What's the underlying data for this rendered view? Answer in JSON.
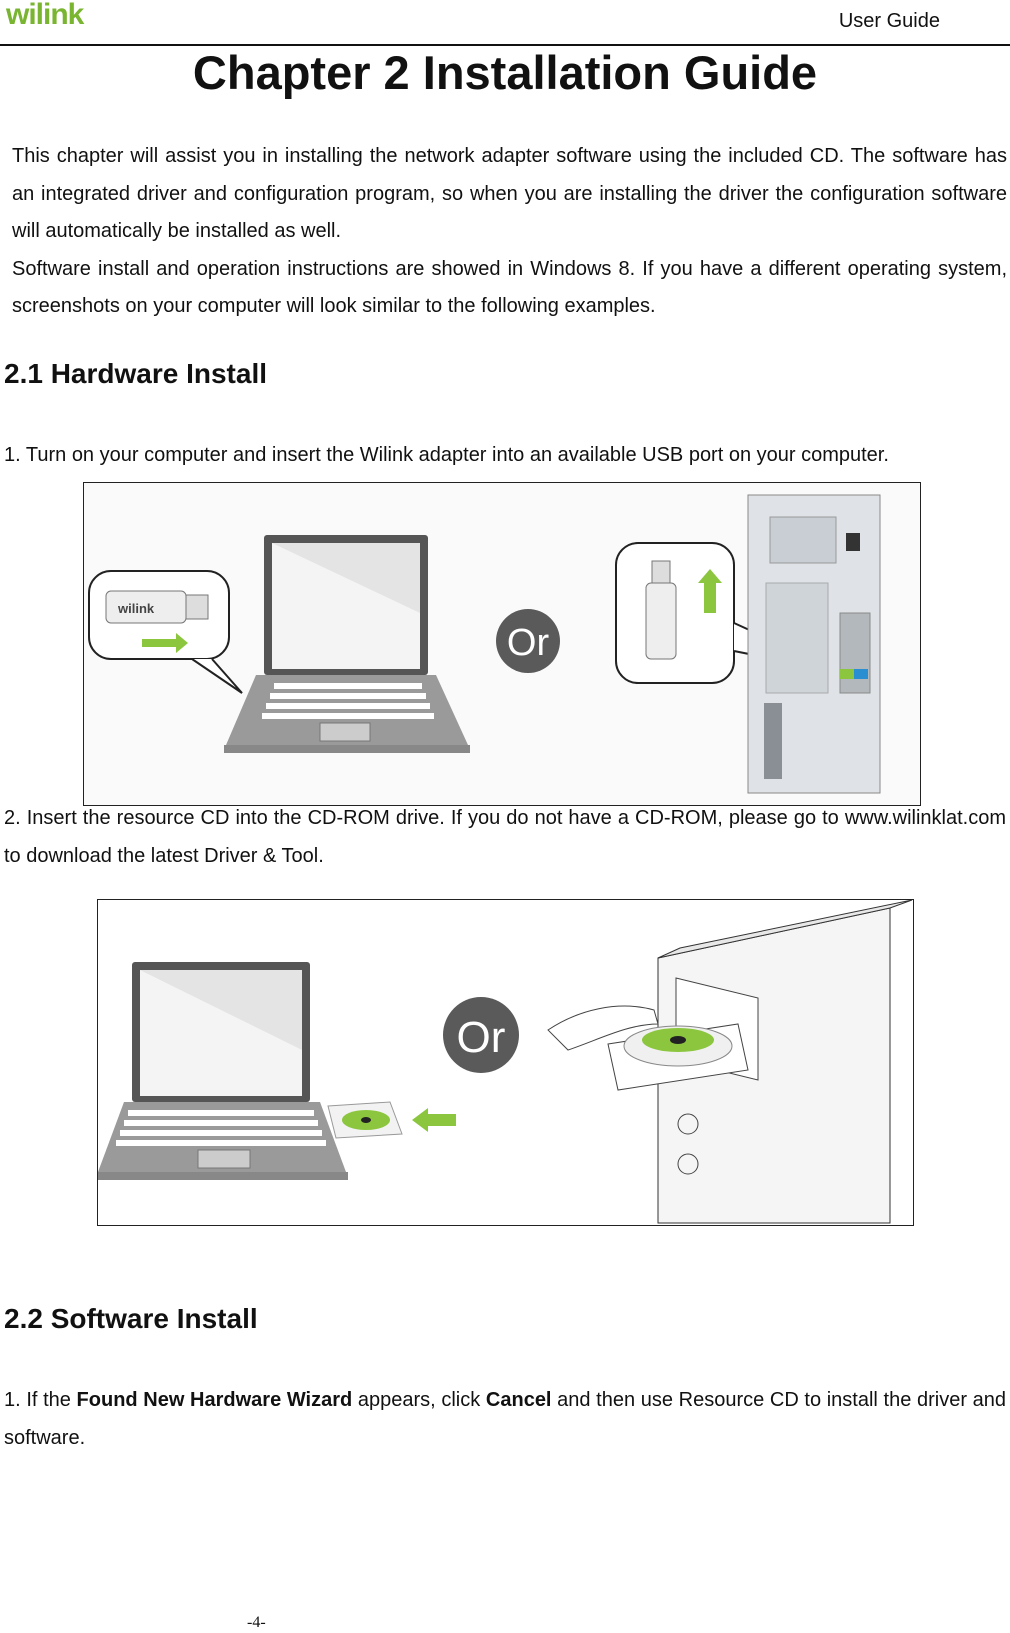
{
  "header": {
    "logo_text": "wilink",
    "guide_label": "User Guide"
  },
  "chapter_title": "Chapter 2 Installation Guide",
  "intro": {
    "p1": "This chapter will assist you in installing the network adapter software using the included CD. The software has an integrated driver and configuration program, so when you are installing the driver the configuration software will automatically be installed as well.",
    "p2": "Software install and operation instructions are showed in Windows 8. If you have a different operating system, screenshots on your computer will look similar to the following examples."
  },
  "section_21": {
    "heading": "2.1 Hardware Install",
    "step1": "1. Turn on your computer and insert the Wilink adapter into an available USB port on your computer.",
    "figure_or": "Or",
    "usb_brand": "wilink",
    "step2": "2. Insert the resource CD into the CD-ROM drive. If you do not have a CD-ROM, please go to www.wilinklat.com to download the latest Driver & Tool.",
    "figure2_or": "Or"
  },
  "section_22": {
    "heading": "2.2 Software Install",
    "step1_prefix": "1. If the ",
    "step1_bold1": "Found New Hardware Wizard",
    "step1_mid": " appears, click ",
    "step1_bold2": "Cancel",
    "step1_suffix": " and then use Resource CD to install the driver and software."
  },
  "footer": {
    "page_number": "-4-"
  },
  "colors": {
    "accent_green": "#8cc63f",
    "or_circle": "#5a5a5a",
    "laptop_gray": "#9a9a9a"
  }
}
